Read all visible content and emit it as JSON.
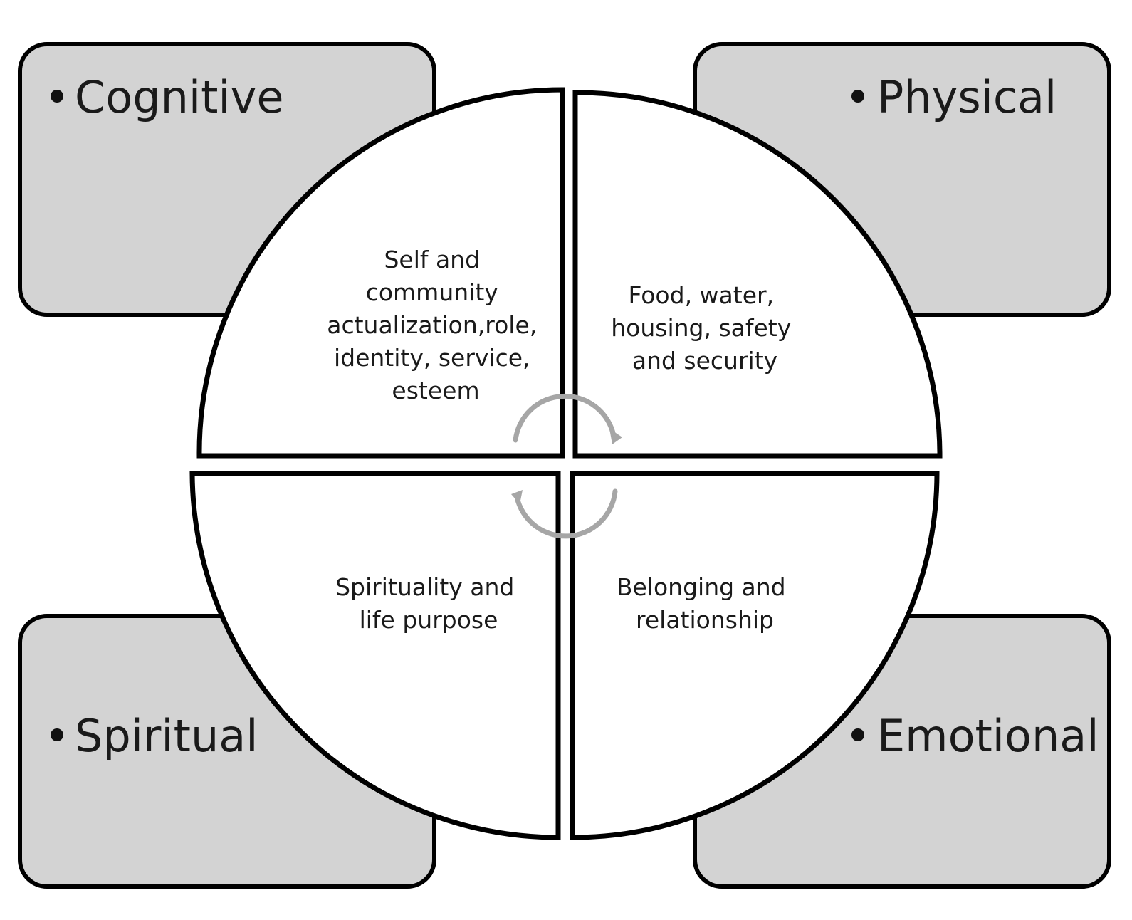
{
  "corner_boxes": {
    "top_left": "Cognitive",
    "top_right": "Physical",
    "bottom_left": "Spiritual",
    "bottom_right": "Emotional"
  },
  "quadrants": {
    "top_left": [
      "Self and",
      "community",
      "actualization,role,",
      "identity, service,",
      "esteem"
    ],
    "top_right": [
      "Food, water,",
      "housing, safety",
      "and security"
    ],
    "bottom_left": [
      "Spirituality and",
      "life purpose"
    ],
    "bottom_right": [
      "Belonging and",
      "relationship"
    ]
  },
  "colors": {
    "box_fill": "#d3d3d3",
    "outline": "#000000",
    "quadrant_fill": "#ffffff",
    "cycle_arrows": "#a6a6a6"
  }
}
